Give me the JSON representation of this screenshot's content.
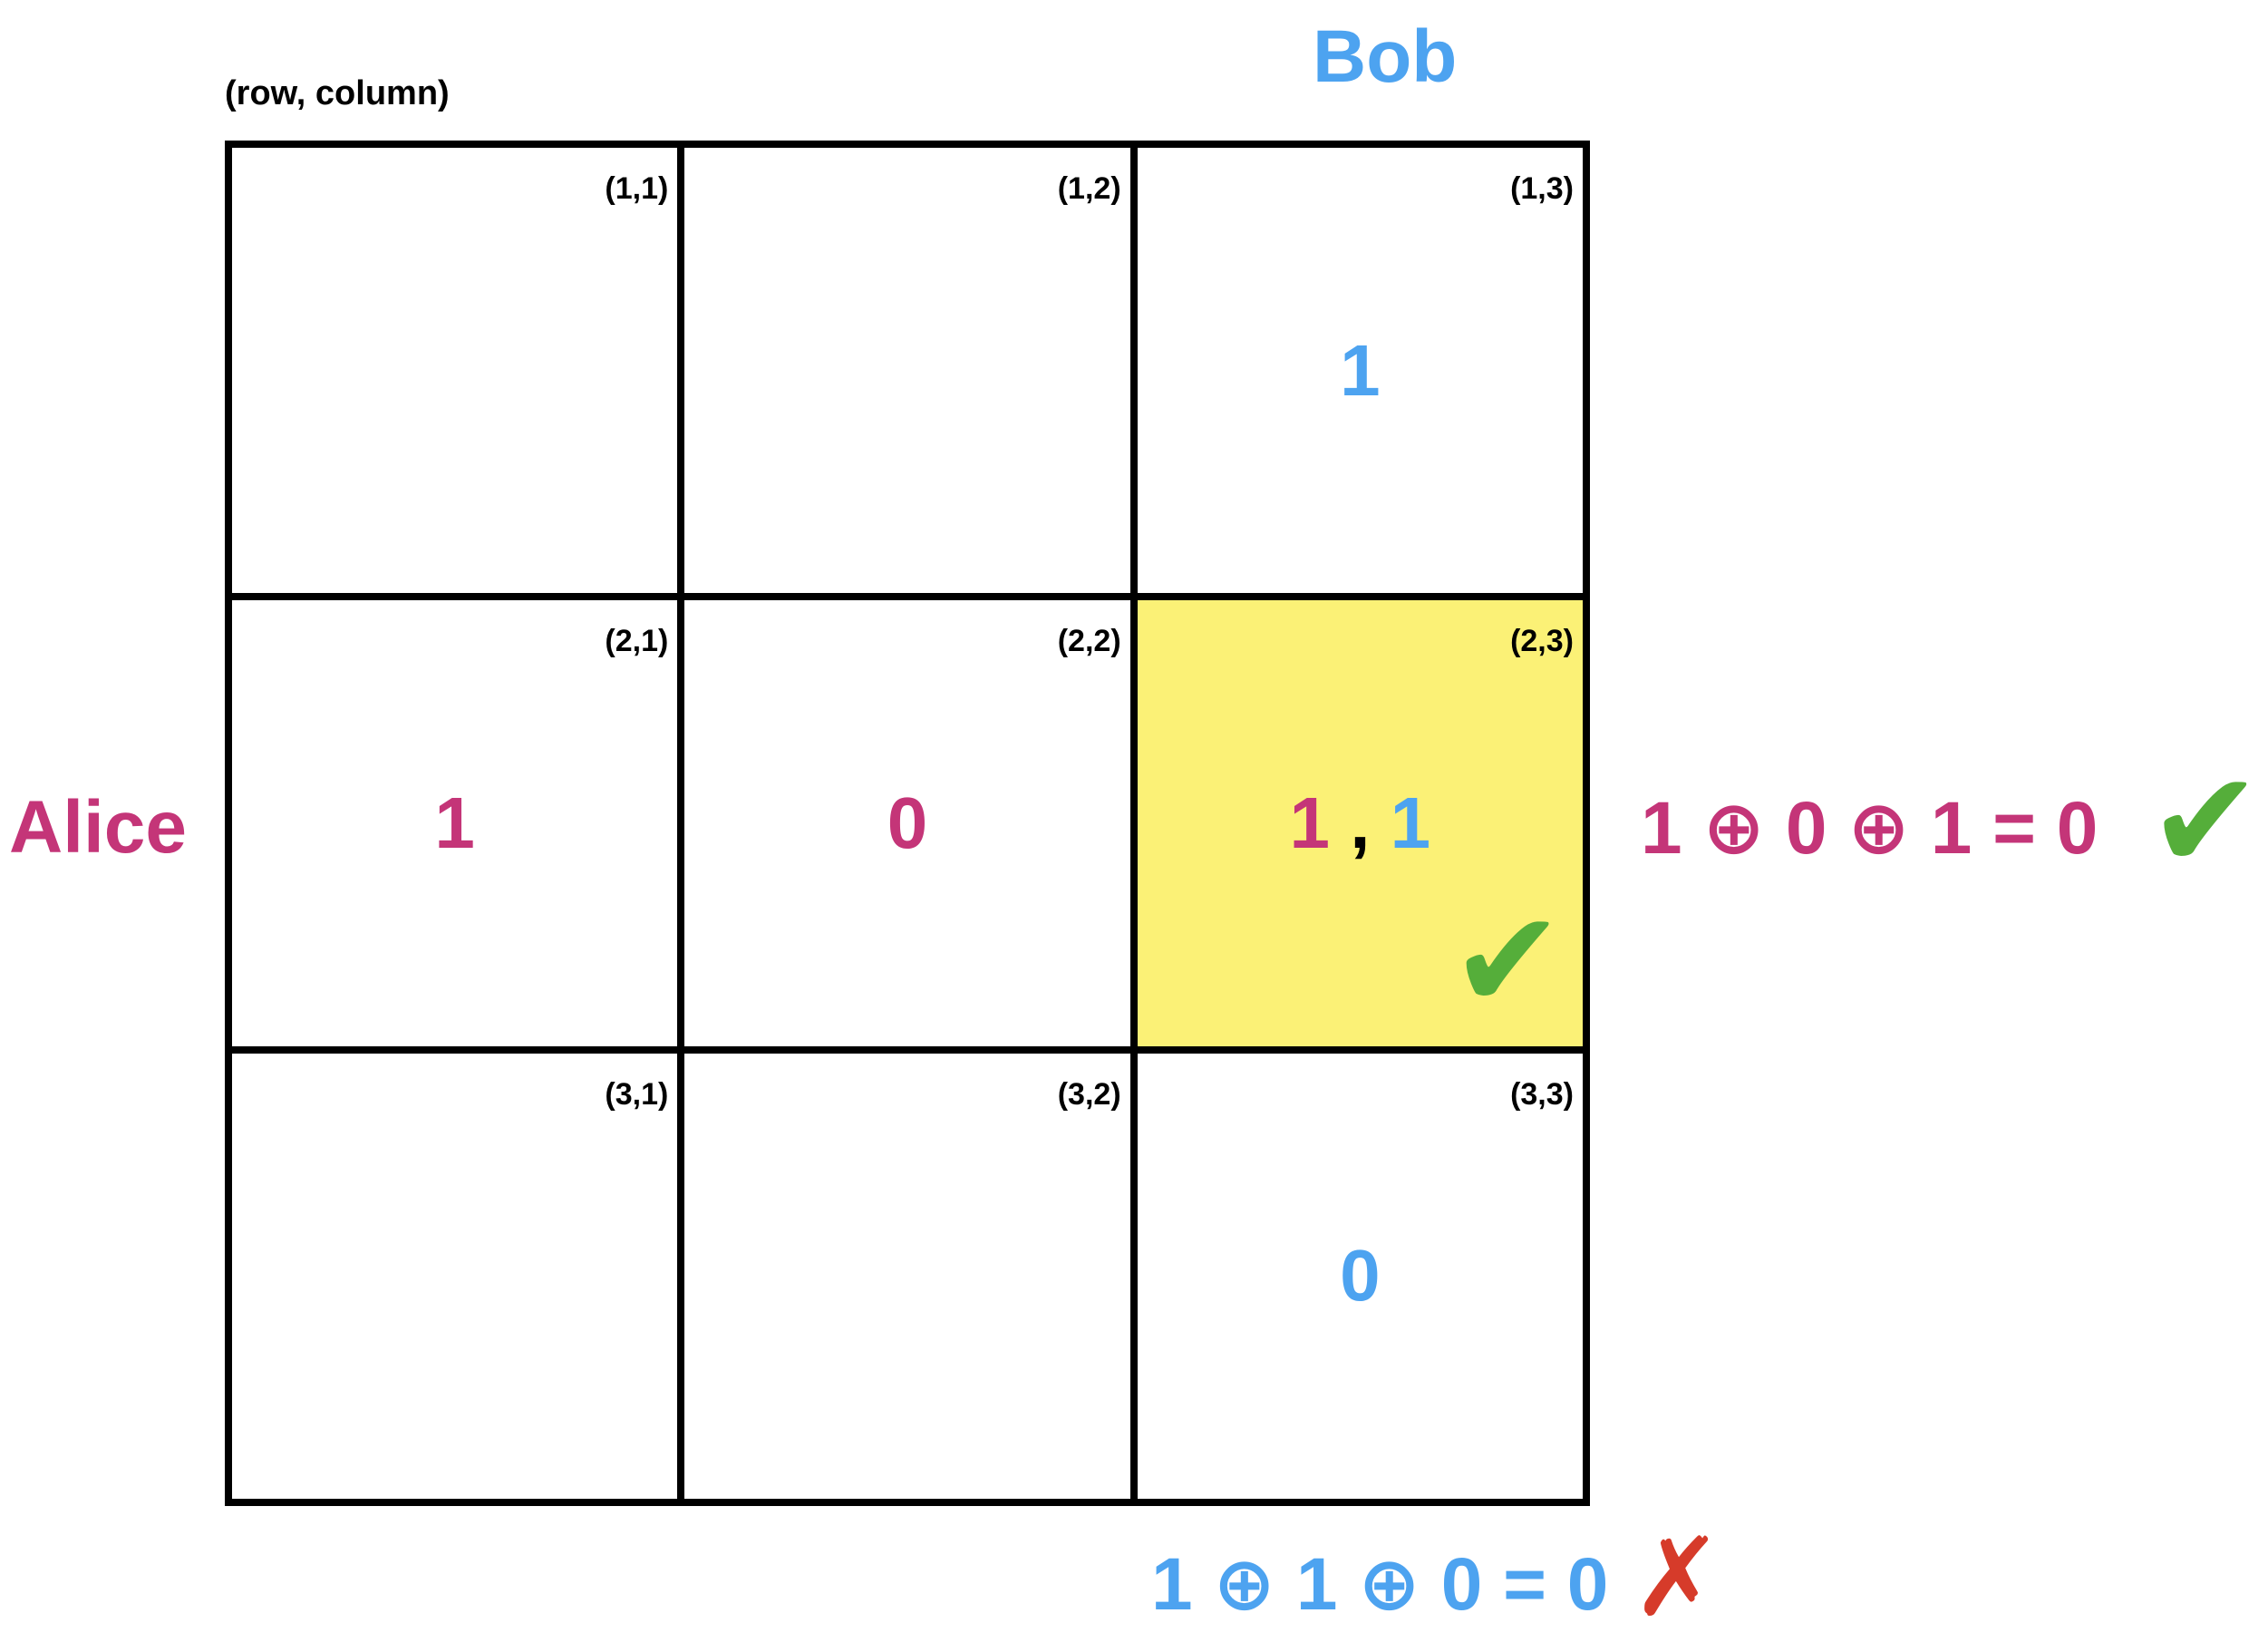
{
  "axis_note": "(row, column)",
  "players": {
    "bob": "Bob",
    "alice": "Alice"
  },
  "cells": [
    {
      "coord": "(1,1)",
      "value": ""
    },
    {
      "coord": "(1,2)",
      "value": ""
    },
    {
      "coord": "(1,3)",
      "bob_value": "1"
    },
    {
      "coord": "(2,1)",
      "alice_value": "1"
    },
    {
      "coord": "(2,2)",
      "alice_value": "0"
    },
    {
      "coord": "(2,3)",
      "alice_value": "1",
      "separator": ",",
      "bob_value": "1"
    },
    {
      "coord": "(3,1)",
      "value": ""
    },
    {
      "coord": "(3,2)",
      "value": ""
    },
    {
      "coord": "(3,3)",
      "bob_value": "0"
    }
  ],
  "equations": {
    "row": "1 ⊕ 0 ⊕ 1 = 0",
    "column": "1 ⊕ 1 ⊕ 0 = 0"
  },
  "marks": {
    "check": "✔",
    "cross": "✗"
  },
  "colors": {
    "alice": "#c43578",
    "bob": "#4da3f0",
    "highlight": "#fbf176",
    "check": "#55ae3a",
    "cross": "#d63b2a"
  }
}
